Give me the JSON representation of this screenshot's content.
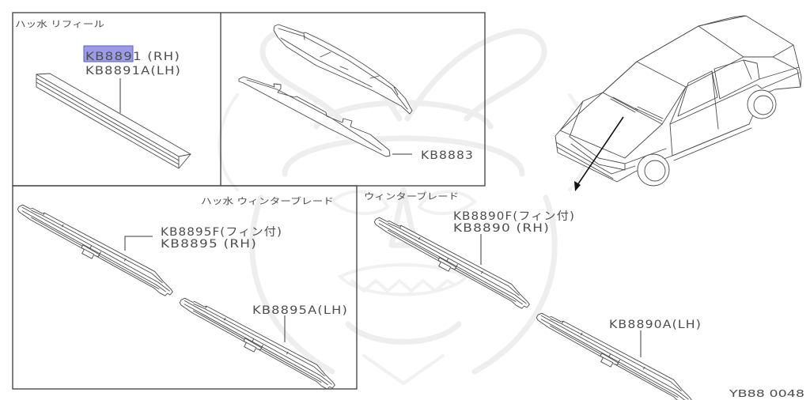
{
  "diagram": {
    "figure_id": "YB88 0048",
    "highlight": {
      "text": "KB889",
      "color": "#9c9ce6"
    },
    "refill_panel": {
      "title": "ハッ水 リフィール",
      "part_rh": "KB8891 (RH)",
      "part_lh": "KB8891A(LH)"
    },
    "blade_panel": {
      "part": "KB8883"
    },
    "water_repellent_winter_panel": {
      "title": "ハッ水 ウィンターブレード",
      "part_fin": "KB8895F(フィン付)",
      "part_rh": "KB8895 (RH)",
      "part_lh": "KB8895A(LH)"
    },
    "winter_panel": {
      "title": "ウィンターブレード",
      "part_fin": "KB8890F(フィン付)",
      "part_rh": "KB8890 (RH)",
      "part_lh": "KB8890A(LH)"
    }
  }
}
